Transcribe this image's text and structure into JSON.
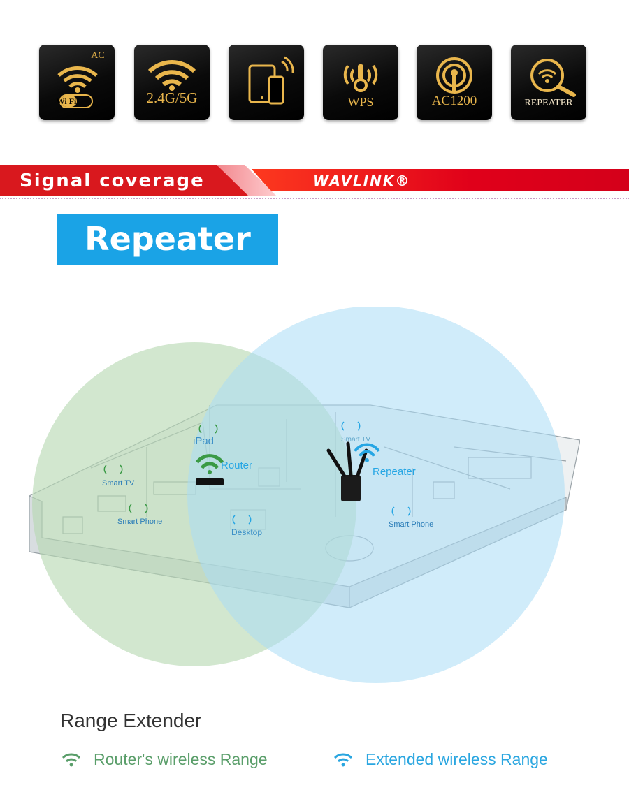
{
  "features": [
    {
      "icon": "ac-wifi-icon",
      "top_text": "AC",
      "label": "Wi Fi"
    },
    {
      "icon": "dual-band-wifi-icon",
      "label": "2.4G/5G"
    },
    {
      "icon": "tablet-phone-icon",
      "label": ""
    },
    {
      "icon": "wps-icon",
      "label": "WPS"
    },
    {
      "icon": "antenna-icon",
      "label": "AC1200"
    },
    {
      "icon": "magnifier-wifi-icon",
      "label": "REPEATER"
    }
  ],
  "banner": {
    "title": "Signal coverage",
    "brand": "WAVLINK®"
  },
  "mode_label": "Repeater",
  "scene": {
    "devices": {
      "router": "Router",
      "repeater": "Repeater"
    },
    "clients": {
      "ipad": "iPad",
      "smart_tv_left": "Smart TV",
      "smart_phone_left": "Smart Phone",
      "desktop": "Desktop",
      "smart_tv_right": "Smart TV",
      "smart_phone_right": "Smart Phone"
    }
  },
  "legend": {
    "title": "Range Extender",
    "router_range": "Router's wireless Range",
    "extended_range": "Extended wireless Range"
  },
  "colors": {
    "gold": "#e9b64c",
    "banner_red": "#d9181e",
    "repeater_blue": "#1aa3e6",
    "router_green": "#3a9a45",
    "range_green": "#5a9e6a",
    "range_blue": "#2aa6e0"
  }
}
